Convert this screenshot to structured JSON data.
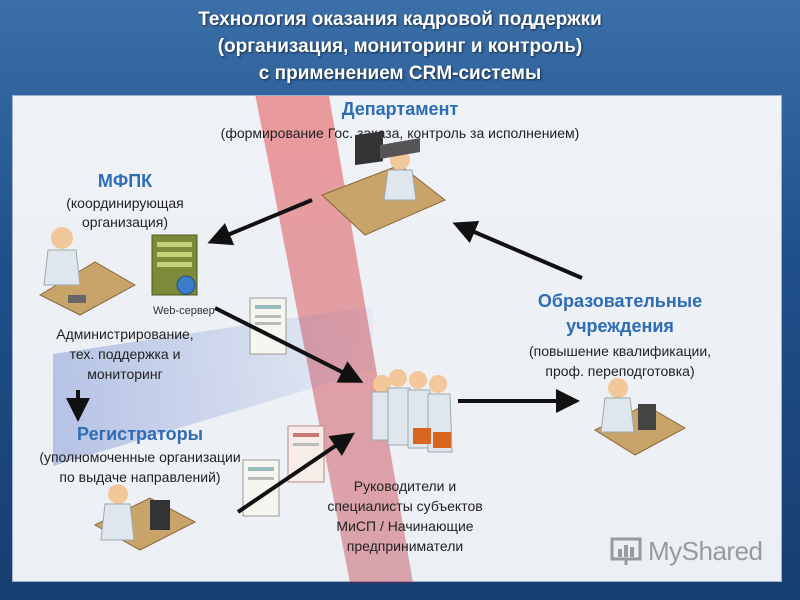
{
  "title": {
    "line1": "Технология оказания кадровой поддержки",
    "line2": "(организация, мониторинг и контроль)",
    "line3": "с применением CRM-системы"
  },
  "department": {
    "name": "Департамент",
    "desc": "(формирование  Гос. заказа, контроль за исполнением)"
  },
  "mfpk": {
    "name": "МФПК",
    "desc1": "(координирующая",
    "desc2": "организация)",
    "server_label": "Web-сервер",
    "admin1": "Администрирование,",
    "admin2": "тех. поддержка и",
    "admin3": "мониторинг"
  },
  "registrators": {
    "name": "Регистраторы",
    "desc1": "(уполномоченные  организации",
    "desc2": "по выдаче направлений)"
  },
  "education": {
    "name1": "Образовательные",
    "name2": "учреждения",
    "desc1": "(повышение  квалификации,",
    "desc2": "проф. переподготовка)"
  },
  "leaders": {
    "line1": "Руководители и",
    "line2": "специалисты  субъектов",
    "line3": "МиСП / Начинающие",
    "line4": "предприниматели"
  },
  "watermark": "MyShared",
  "colors": {
    "accent": "#2e6db4",
    "arrow": "#111111",
    "background": "#1f4f8a"
  }
}
